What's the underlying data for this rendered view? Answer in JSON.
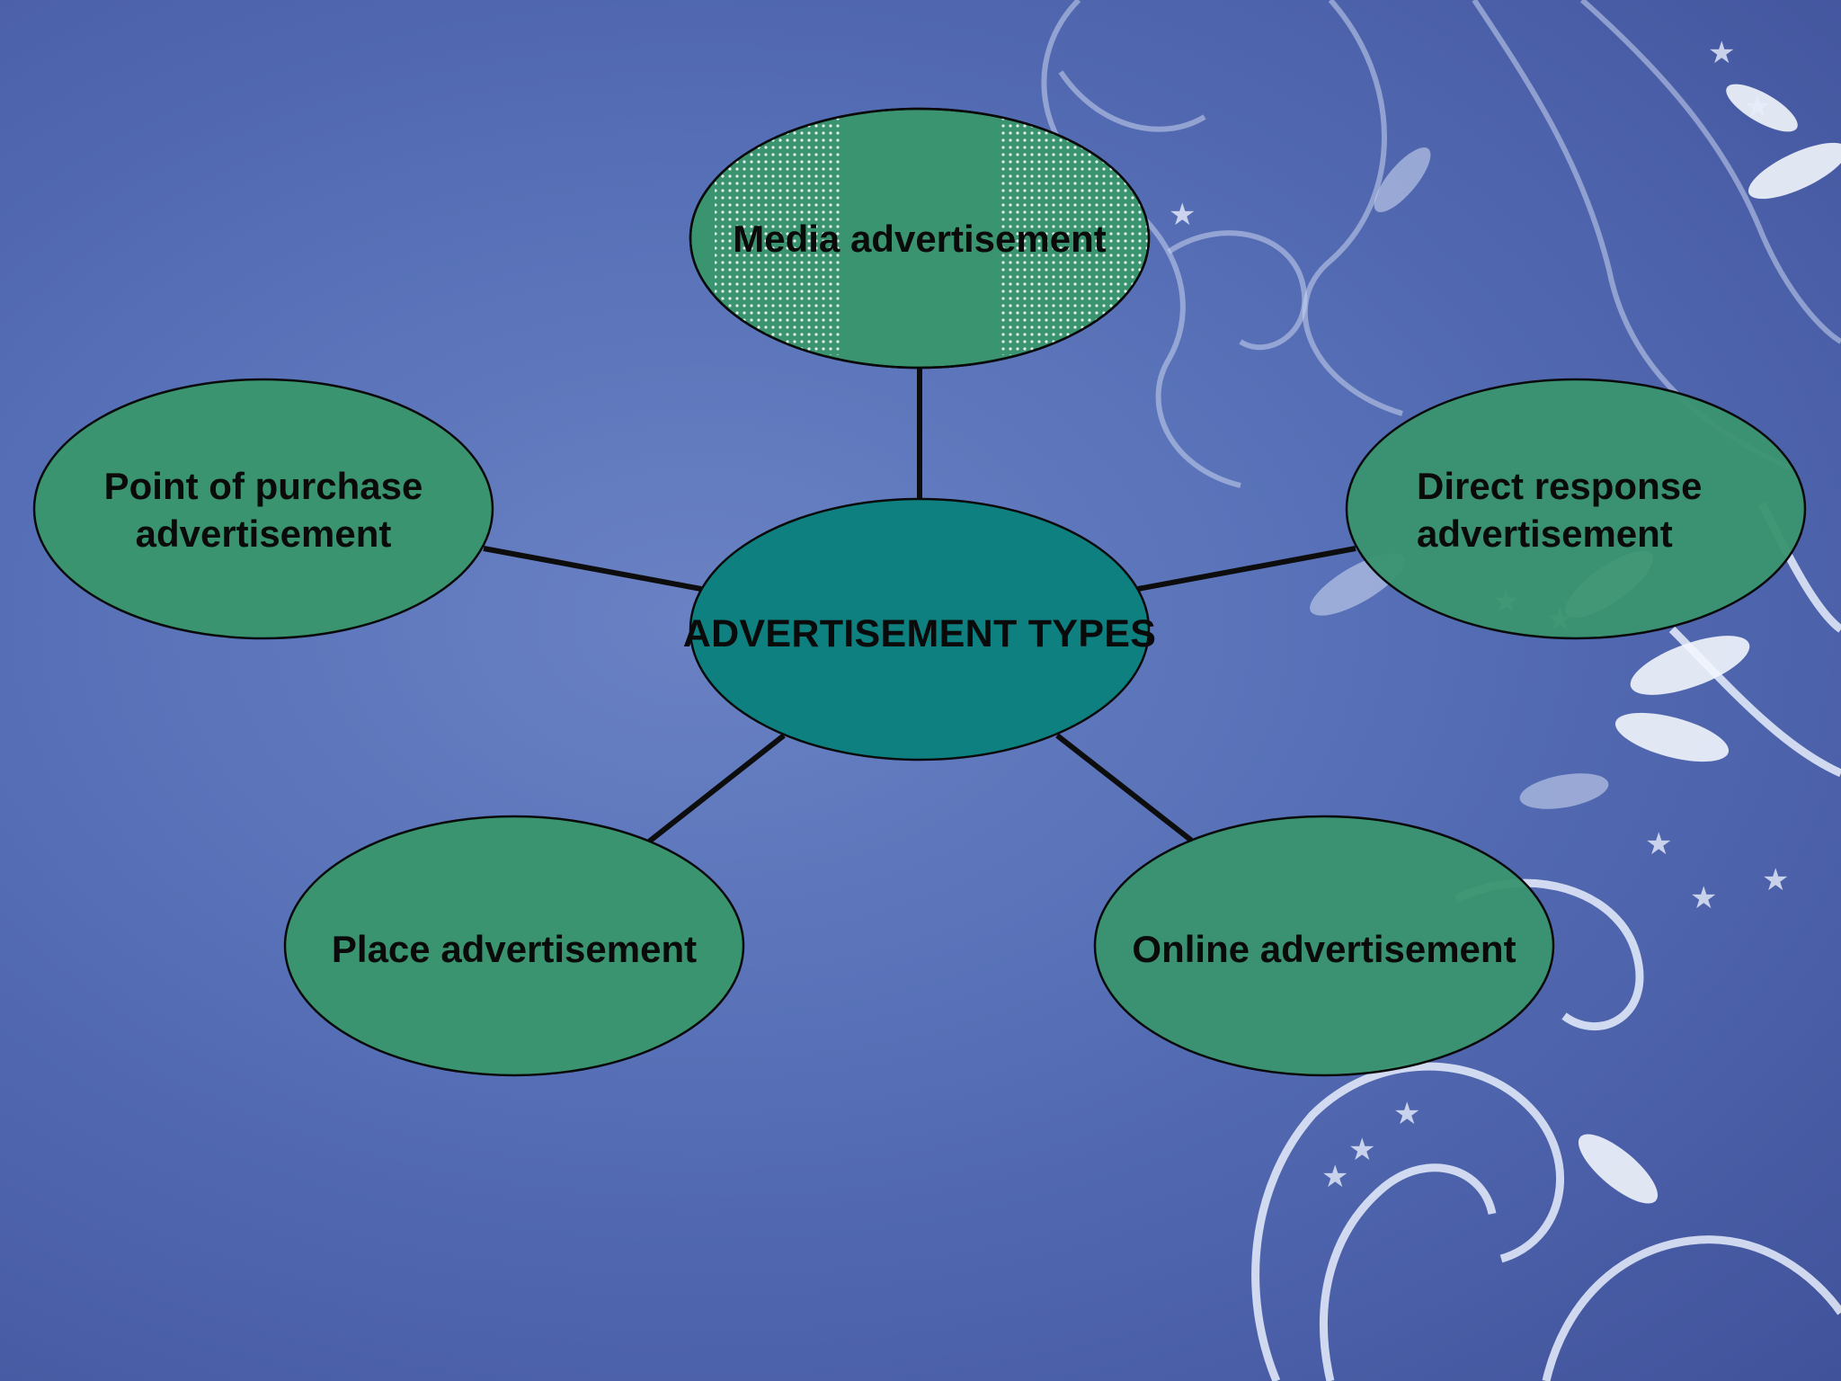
{
  "diagram": {
    "center": {
      "label": "ADVERTISEMENT TYPES",
      "color": "#0e8080"
    },
    "nodes": [
      {
        "id": "media",
        "label": "Media advertisement",
        "pattern": "dotted"
      },
      {
        "id": "direct",
        "label": "Direct response\nadvertisement"
      },
      {
        "id": "online",
        "label": "Online advertisement"
      },
      {
        "id": "place",
        "label": "Place advertisement"
      },
      {
        "id": "pop",
        "label": "Point of purchase\nadvertisement"
      }
    ],
    "node_color": "#3a9470",
    "line_color": "#0d0d0d",
    "background_color": "#5872b8"
  }
}
